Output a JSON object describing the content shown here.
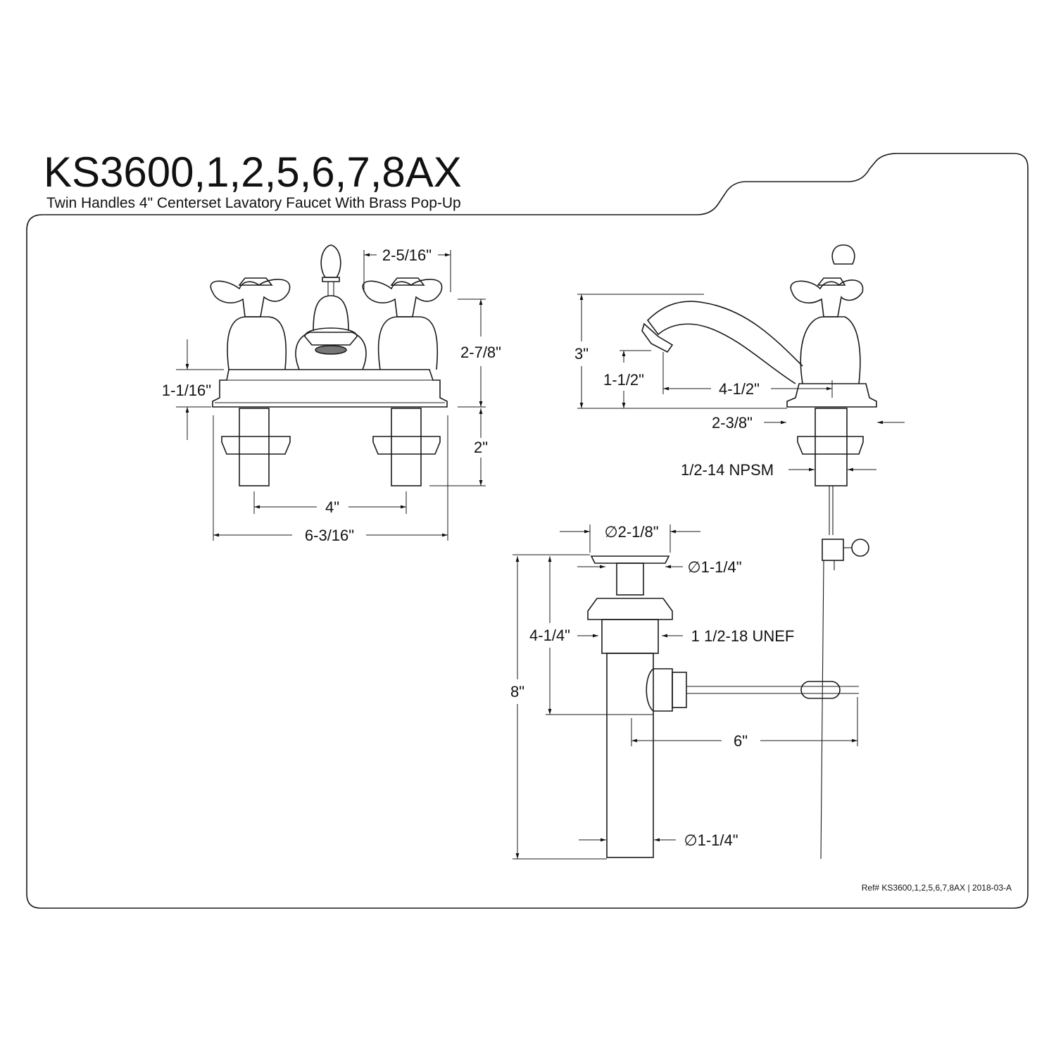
{
  "title": "KS3600,1,2,5,6,7,8AX",
  "subtitle": "Twin Handles 4\" Centerset Lavatory Faucet With Brass Pop-Up",
  "reference": "Ref# KS3600,1,2,5,6,7,8AX | 2018-03-A",
  "front_view": {
    "handle_width": "2-5/16\"",
    "height_total": "2-7/8\"",
    "base_height": "1-1/16\"",
    "shank_length": "2\"",
    "center_spacing": "4\"",
    "overall_width": "6-3/16\""
  },
  "side_view": {
    "height": "3\"",
    "spout_height": "1-1/2\"",
    "spout_reach": "4-1/2\"",
    "base_depth": "2-3/8\"",
    "thread": "1/2-14 NPSM"
  },
  "drain": {
    "flange_diameter": "∅2-1/8\"",
    "stopper_diameter": "∅1-1/4\"",
    "body_height": "4-1/4\"",
    "thread": "1 1/2-18 UNEF",
    "overall_height": "8\"",
    "rod_length": "6\"",
    "tailpiece_diameter": "∅1-1/4\""
  }
}
